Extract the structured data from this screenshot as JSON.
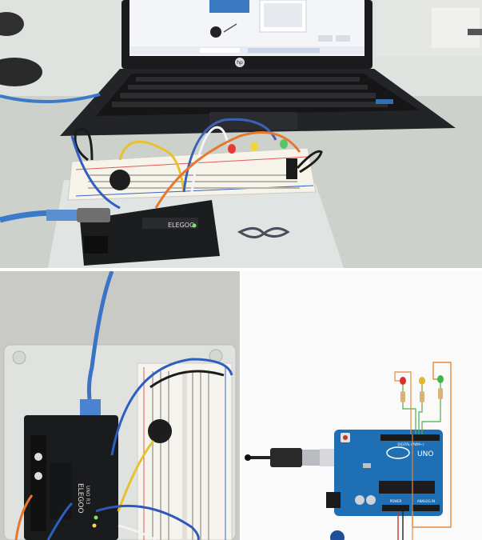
{
  "photo_top": {
    "laptop_brand": "hp",
    "board_brand": "ELEGOO"
  },
  "photo_left": {
    "board_brand": "ELEGOO",
    "board_model": "UNO R3"
  },
  "diagram": {
    "board_logo": "UNO",
    "header_labels": {
      "digital": "DIGITAL (PWM~)",
      "power": "POWER",
      "analog": "ANALOG IN"
    },
    "led_colors": [
      "#d9302b",
      "#e5b52c",
      "#3cb648"
    ],
    "colors": {
      "board": "#1f6fb4",
      "wire_orange": "#e8893a",
      "wire_green": "#4cae4c",
      "wire_red": "#c0392b",
      "usb_cable": "#222222"
    }
  }
}
